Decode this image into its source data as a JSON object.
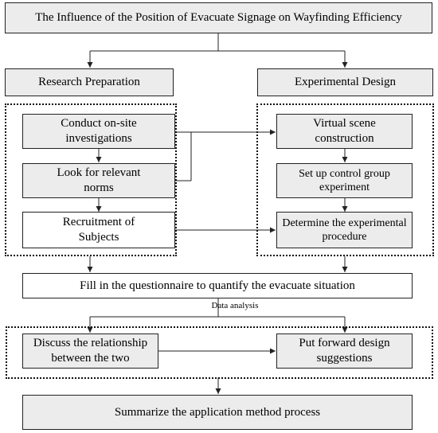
{
  "title": "The Influence of the Position of Evacuate Signage on Wayfinding Efficiency",
  "headers": {
    "left": "Research Preparation",
    "right": "Experimental Design"
  },
  "left_steps": [
    "Conduct on-site investigations",
    "Look for relevant norms",
    "Recruitment of Subjects"
  ],
  "right_steps": [
    "Virtual scene construction",
    "Set up control group experiment",
    "Determine the experimental procedure"
  ],
  "questionnaire": "Fill in the questionnaire to quantify the evacuate situation",
  "data_analysis_label": "Data analysis",
  "analysis": {
    "left": "Discuss the relationship between the two",
    "right": "Put forward design suggestions"
  },
  "summary": "Summarize the application method process"
}
